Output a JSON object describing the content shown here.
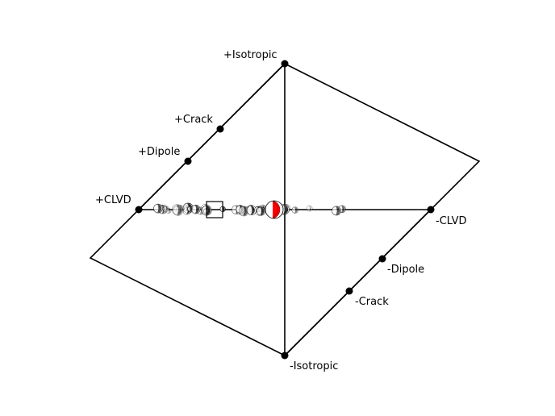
{
  "diagram": {
    "type": "hudson-source-type-plot",
    "labels": {
      "plus_isotropic": "+Isotropic",
      "plus_crack": "+Crack",
      "plus_dipole": "+Dipole",
      "plus_clvd": "+CLVD",
      "minus_clvd": "-CLVD",
      "minus_dipole": "-Dipole",
      "minus_crack": "-Crack",
      "minus_isotropic": "-Isotropic"
    },
    "colors": {
      "outline": "#000000",
      "beachball_fill": "#ff0000",
      "scatter_fill": "#222222"
    },
    "beachball_count": 45
  }
}
